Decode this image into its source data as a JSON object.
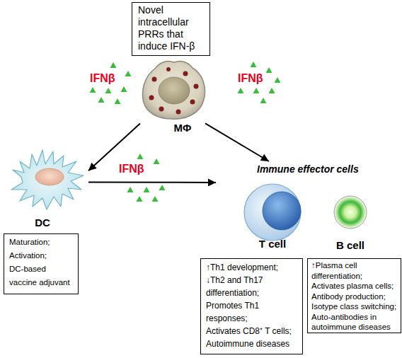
{
  "diagram": {
    "nodes": [
      {
        "text": [
          "Novel intracellular PRRs that induce IFN-β"
        ]
      },
      {
        "text": [
          "MΦ"
        ]
      },
      {
        "text": [
          "DC"
        ]
      },
      {
        "text": [
          "Immune effector cells"
        ]
      },
      {
        "text": [
          "T cell"
        ],
        "in": 3
      },
      {
        "text": [
          "B cell"
        ],
        "in": 3
      },
      {
        "text": [
          "Maturation;",
          "Activation;",
          "DC-based vaccine adjuvant"
        ]
      },
      {
        "text": [
          "↑Th1 development;",
          "↓Th2 and Th17 differentiation;",
          "Promotes Th1 responses;",
          "Activates CD8⁺ T cells;",
          "Autoimmune diseases"
        ]
      },
      {
        "text": [
          "↑Plasma cell differentiation;",
          "Activates plasma cells;",
          "Antibody production;",
          "Isotype class switching;",
          "Auto-antibodies in autoimmune diseases"
        ]
      }
    ],
    "edges": [
      {
        "from": 1,
        "to": 2,
        "arrow": "to"
      },
      {
        "from": 1,
        "to": 3,
        "arrow": "to"
      },
      {
        "from": 2,
        "to": 4,
        "arrow": "to"
      }
    ],
    "labels": [
      "IFNβ",
      "IFNβ",
      "IFNβ"
    ]
  }
}
